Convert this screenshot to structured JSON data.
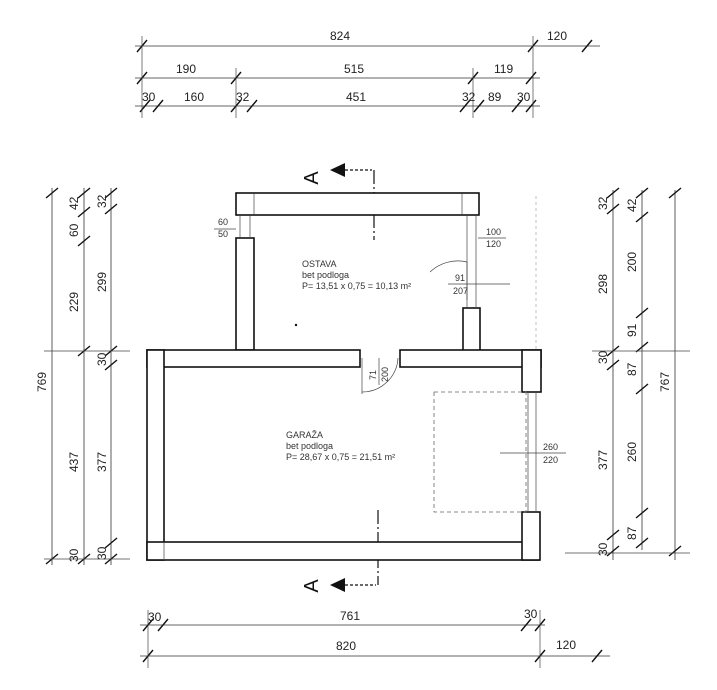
{
  "top_dims": {
    "row1": [
      "824",
      "120"
    ],
    "row2": [
      "190",
      "515",
      "119"
    ],
    "row3": [
      "30",
      "160",
      "32",
      "451",
      "32",
      "89",
      "30"
    ]
  },
  "bottom_dims": {
    "row1": [
      "30",
      "761",
      "30"
    ],
    "row2": [
      "820",
      "120"
    ]
  },
  "left_dims": {
    "outer": "769",
    "middle": [
      "42",
      "229",
      "437",
      "30"
    ],
    "middle_extra": "60",
    "inner": [
      "32",
      "299",
      "30",
      "377",
      "30"
    ]
  },
  "right_dims": {
    "inner": [
      "32",
      "298",
      "30",
      "377",
      "30"
    ],
    "middle": [
      "42",
      "200",
      "91",
      "87",
      "260",
      "87"
    ],
    "outer": "767"
  },
  "section_mark": "A",
  "rooms": {
    "ostava": {
      "name": "OSTAVA",
      "floor": "bet podloga",
      "area": "P= 13,51 x 0,75 = 10,13 m²"
    },
    "garaza": {
      "name": "GARAŽA",
      "floor": "bet podloga",
      "area": "P= 28,67 x 0,75 = 21,51 m²"
    }
  },
  "openings": {
    "window_left": [
      "60",
      "50"
    ],
    "window_right": [
      "100",
      "120"
    ],
    "door_ostava": [
      "91",
      "207"
    ],
    "door_inner": [
      "71",
      "200"
    ],
    "garage_door": [
      "260",
      "220"
    ]
  }
}
